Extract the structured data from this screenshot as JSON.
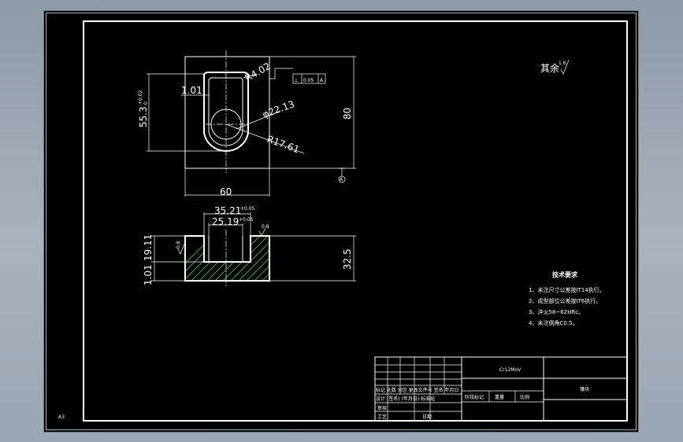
{
  "sheet": {
    "size_label": "A3"
  },
  "views": {
    "top": {
      "dim_width": "60",
      "dim_height": "80",
      "dim_slot_height": "55.3",
      "dim_slot_height_tol_upper": "+0.02",
      "dim_slot_height_tol_lower": "0",
      "dim_wall": "1.01",
      "dim_corner_radius": "R4.02",
      "dim_hole_dia": "φ22.13",
      "dim_outer_radius": "R17.61",
      "tolerance_symbol": "⟂",
      "tolerance_value": "0.05",
      "datum_in_frame": "A",
      "datum_marker": "A"
    },
    "section": {
      "dim_outer_width": "35.21",
      "dim_outer_width_tol": "+0.05",
      "dim_inner_width": "25.19",
      "dim_inner_width_tol": "+0.05",
      "dim_left_a": "1.01",
      "dim_left_b": "19.11",
      "dim_height": "32.5",
      "roughness_left": "0.8",
      "roughness_top": "0.8"
    }
  },
  "roughness_note": {
    "label": "其余",
    "value": "1.6"
  },
  "tech_req": {
    "title": "技术要求",
    "items": [
      "1、未注尺寸公差按IT14执行。",
      "2、成型部位公差按IT6执行。",
      "3、淬火58~62HRc。",
      "4、未注倒角C0.5。"
    ]
  },
  "title_block": {
    "material": "Cr12MoV",
    "part_name": "镶块",
    "row_a": "标记 处数 分区 更改文件号 签名 年月日",
    "row_b": "设计 (签名) (年月日) 标准化",
    "row_c": "审核",
    "row_d": "工艺",
    "row_e": "日期",
    "col_headers": [
      "阶段标记",
      "重量",
      "比例"
    ]
  }
}
